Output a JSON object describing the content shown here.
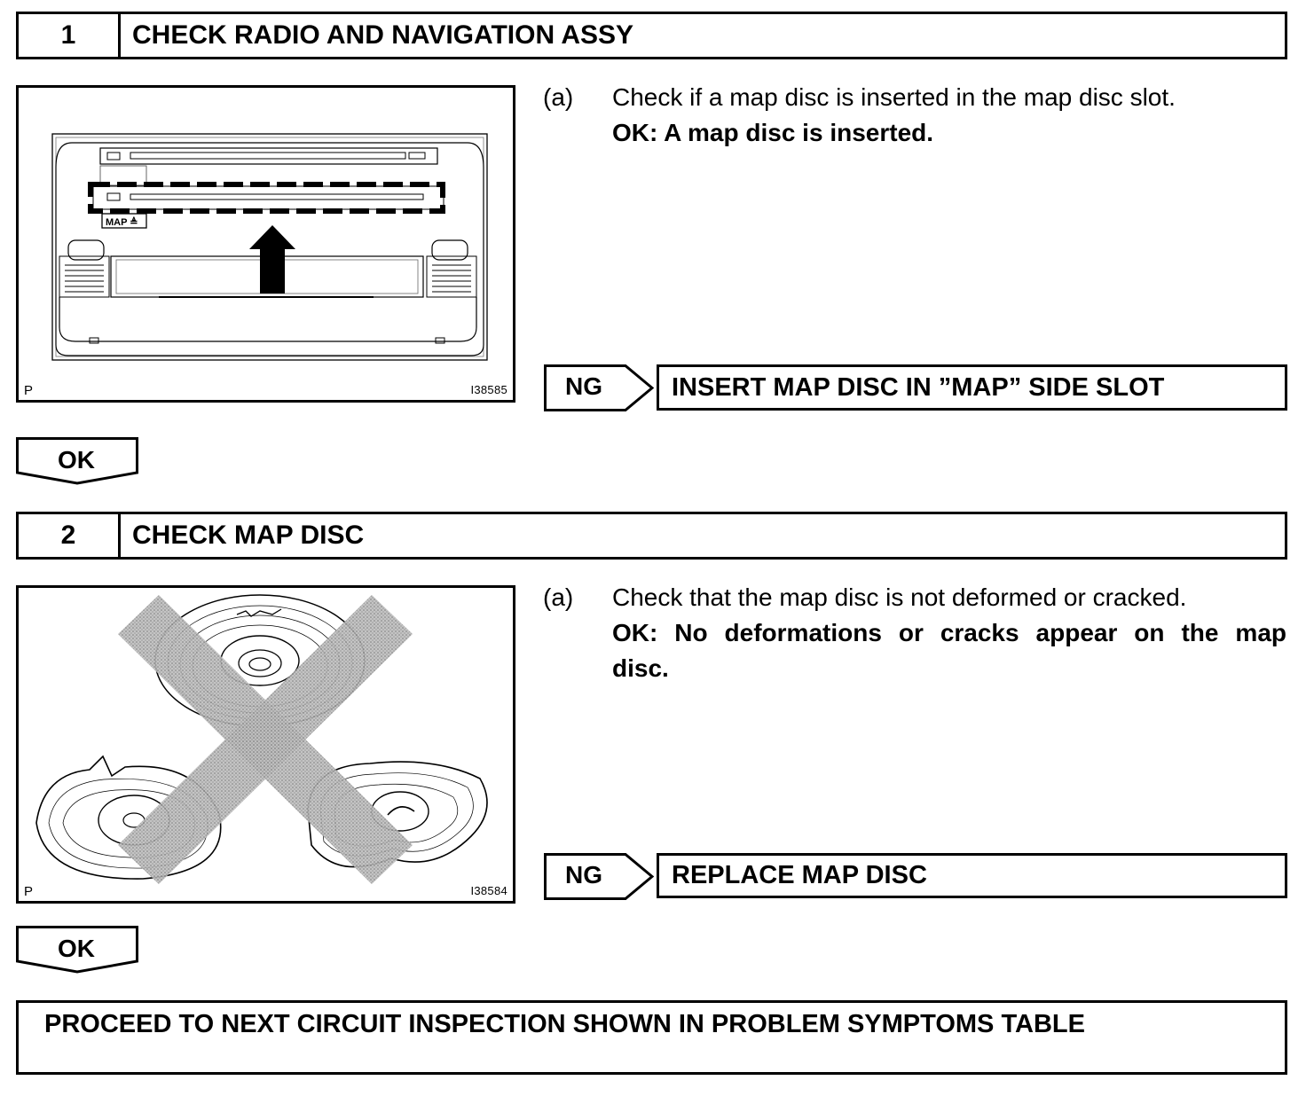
{
  "steps": [
    {
      "number": "1",
      "title": "CHECK RADIO AND NAVIGATION ASSY",
      "figure": {
        "corner_label": "P",
        "id": "I38585",
        "slot_label": "MAP ≜"
      },
      "instruction": {
        "label": "(a)",
        "text": "Check if a map disc is inserted in the map disc slot.",
        "ok": "OK: A map disc is inserted."
      },
      "ng": {
        "tag": "NG",
        "result": "INSERT MAP DISC IN ”MAP” SIDE SLOT"
      },
      "ok_tag": "OK"
    },
    {
      "number": "2",
      "title": "CHECK MAP DISC",
      "figure": {
        "corner_label": "P",
        "id": "I38584"
      },
      "instruction": {
        "label": "(a)",
        "text": "Check that the map disc is not deformed or cracked.",
        "ok_line1": "OK: No deformations or cracks appear on the map",
        "ok_line2": "disc."
      },
      "ng": {
        "tag": "NG",
        "result": "REPLACE MAP DISC"
      },
      "ok_tag": "OK"
    }
  ],
  "final": "PROCEED TO NEXT CIRCUIT INSPECTION SHOWN IN PROBLEM SYMPTOMS TABLE"
}
